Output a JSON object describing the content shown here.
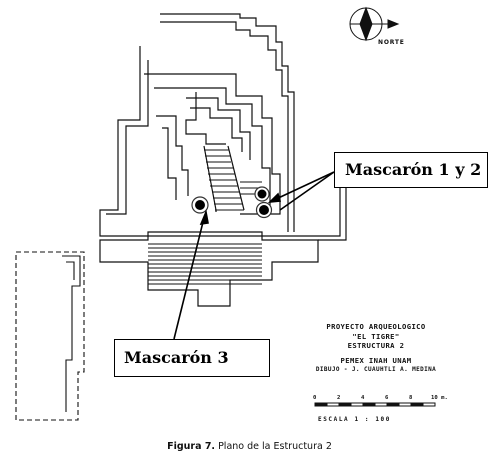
{
  "labels": {
    "mascaron_1_2": "Mascarón 1 y 2",
    "mascaron_3": "Mascarón 3"
  },
  "title_block": {
    "line1": "PROYECTO ARQUEOLOGICO",
    "line2": "\"EL TIGRE\"",
    "line3": "ESTRUCTURA 2",
    "line4": "PEMEX INAH UNAM",
    "line5": "DIBUJO - J. CUAUHTLI A. MEDINA"
  },
  "scale": {
    "ticks": [
      "0",
      "2",
      "4",
      "6",
      "8",
      "10 m."
    ],
    "label": "ESCALA 1 : 100"
  },
  "north": "NORTE",
  "caption": {
    "figure": "Figura 7.",
    "text": "Plano de la Estructura 2"
  },
  "colors": {
    "ink": "#111111",
    "paper": "#ffffff",
    "hatch": "#333333"
  }
}
